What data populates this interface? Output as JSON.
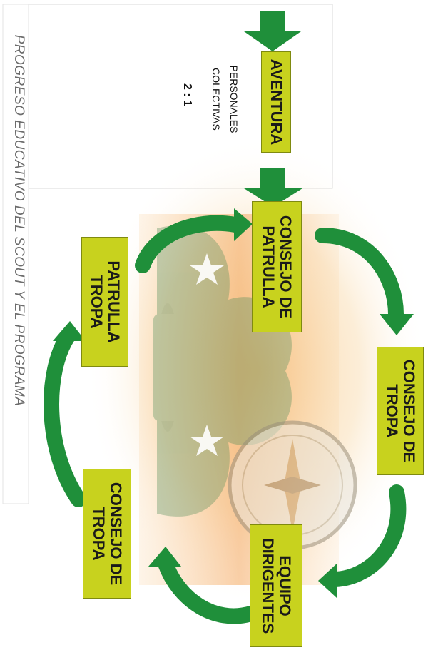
{
  "title": "PROGRESO EDUCATIVO DEL SCOUT  Y EL PROGRAMA",
  "top_box": "AVENTURA",
  "notes": {
    "line1": "PERSONALES",
    "line2": "COLECTIVAS",
    "ratio": "2 : 1"
  },
  "cycle_boxes": {
    "consejo_patrulla": [
      "CONSEJO DE",
      "PATRULLA"
    ],
    "consejo_tropa_right": [
      "CONSEJO DE",
      "TROPA"
    ],
    "equipo_dirigentes": [
      "EQUIPO",
      "DIRIGENTES"
    ],
    "consejo_tropa_left": [
      "CONSEJO DE",
      "TROPA"
    ],
    "patrulla_tropa": [
      "PATRULLA",
      "TROPA"
    ]
  },
  "colors": {
    "box_fill": "#c8d21e",
    "arrow_green": "#1f8f3a",
    "title_gray": "#6c6c6c"
  }
}
